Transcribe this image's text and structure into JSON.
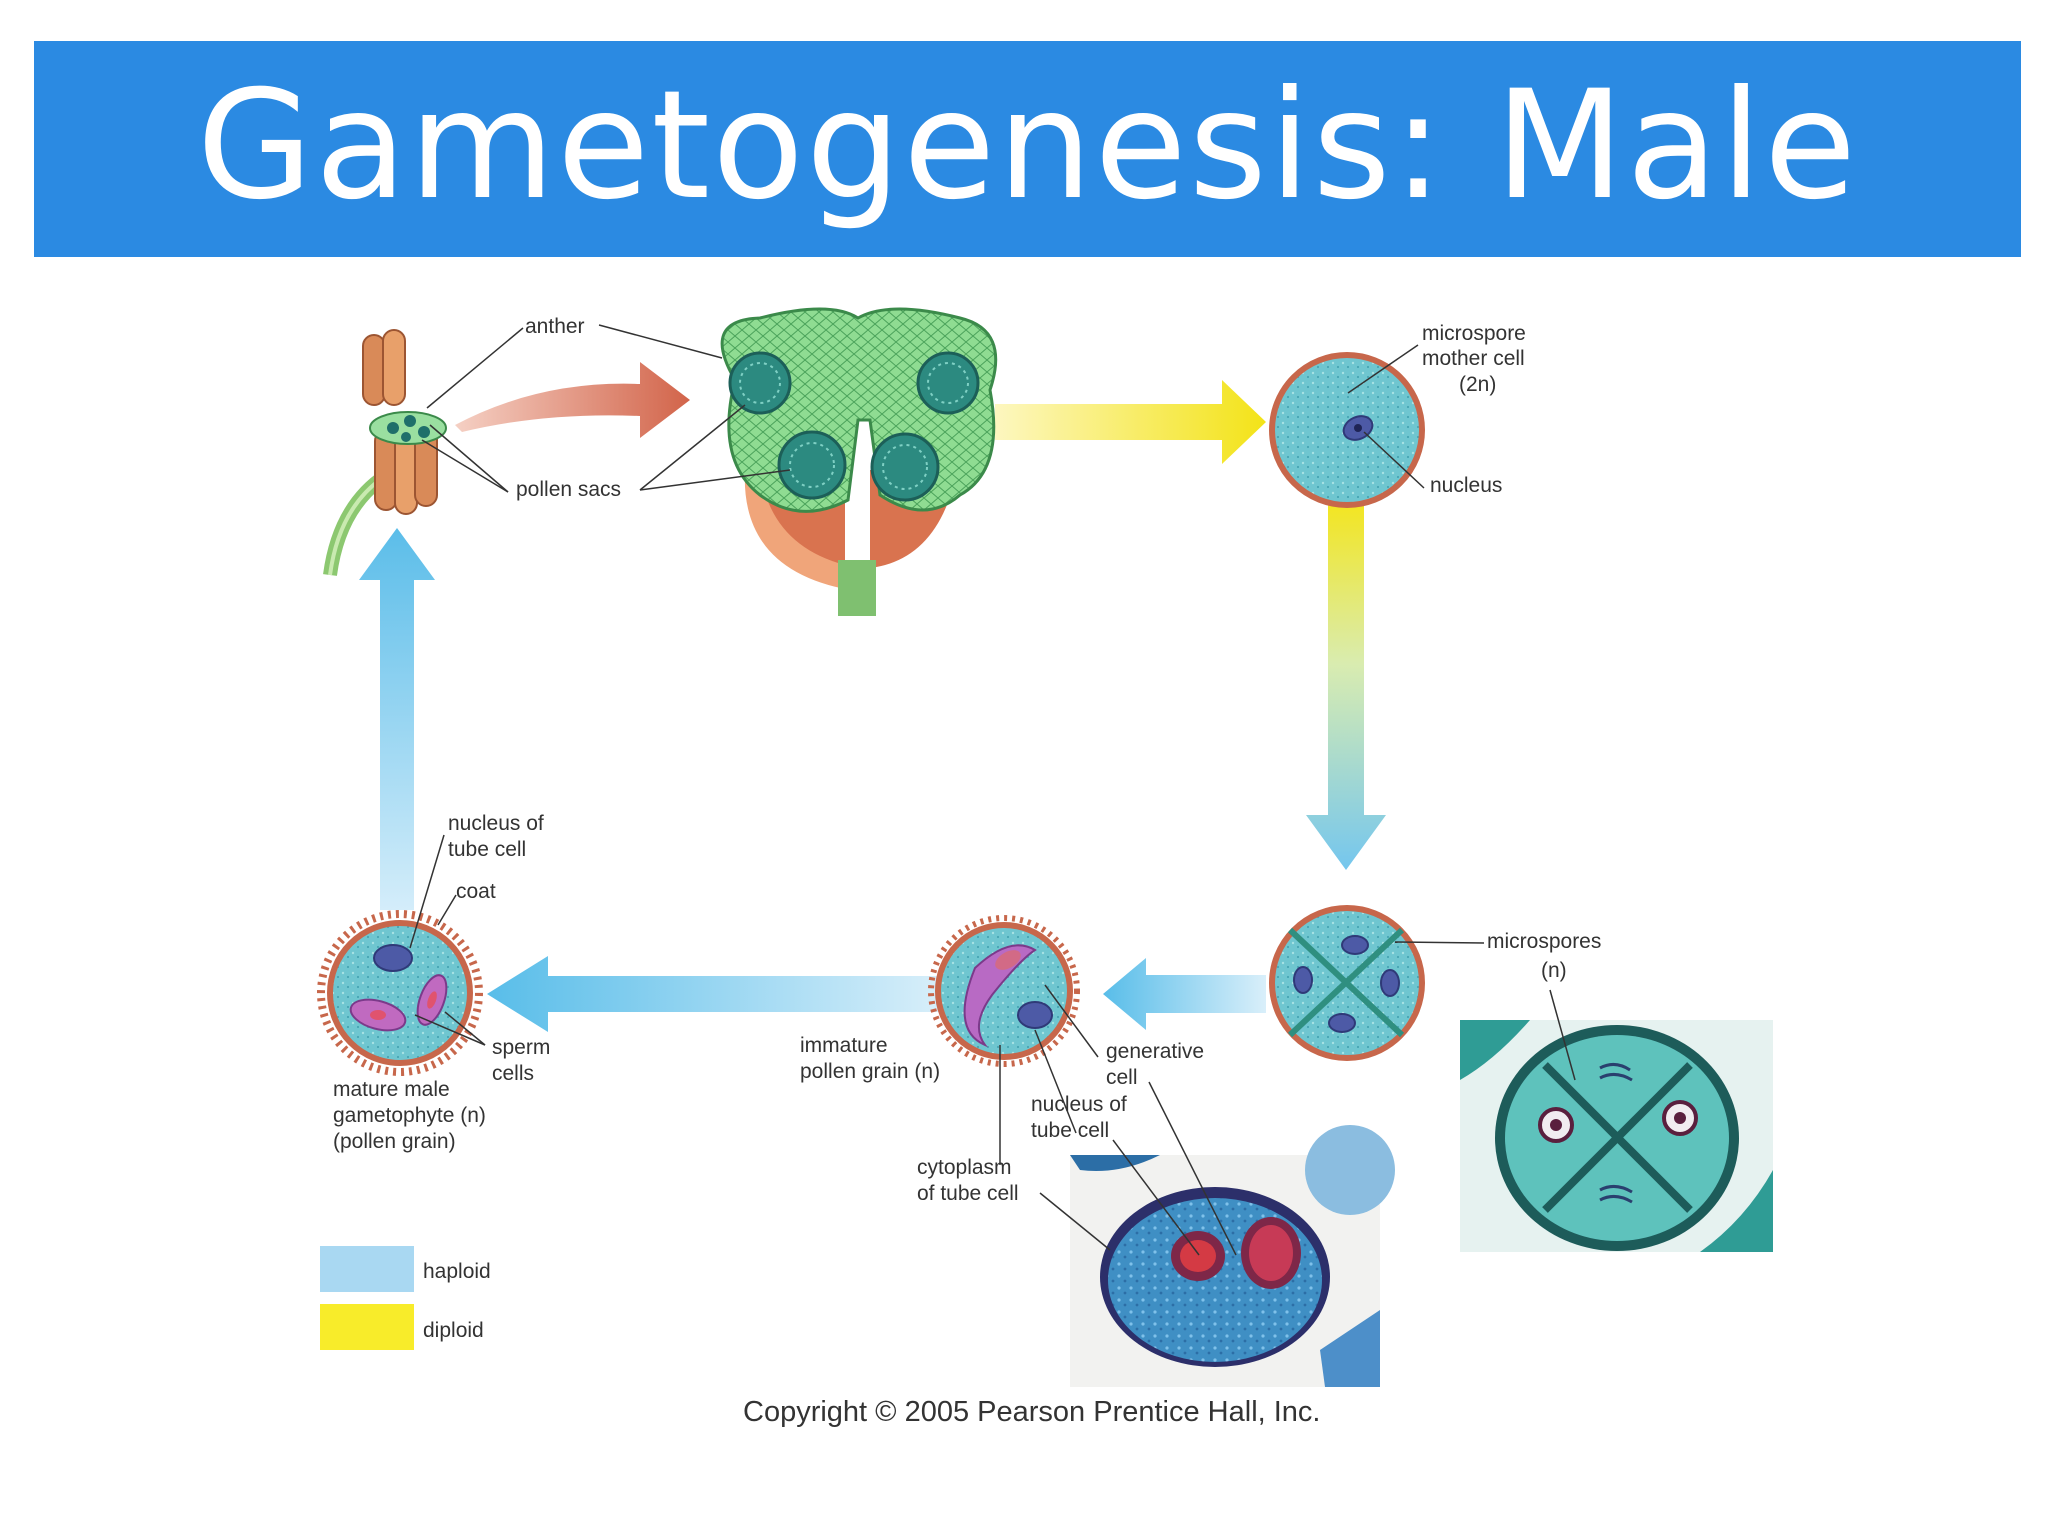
{
  "title": "Gametogenesis: Male",
  "labels": {
    "anther": "anther",
    "pollen_sacs": "pollen sacs",
    "microspore_mother_cell": [
      "microspore",
      "mother cell",
      "(2n)"
    ],
    "nucleus": "nucleus",
    "microspores": [
      "microspores",
      "(n)"
    ],
    "generative_cell": [
      "generative",
      "cell"
    ],
    "nucleus_of_tube_cell_lower": [
      "nucleus of",
      "tube cell"
    ],
    "cytoplasm_of_tube_cell": [
      "cytoplasm",
      "of tube cell"
    ],
    "immature_pollen_grain": [
      "immature",
      "pollen grain (n)"
    ],
    "nucleus_of_tube_cell_upper": [
      "nucleus of",
      "tube cell"
    ],
    "coat": "coat",
    "sperm_cells": [
      "sperm",
      "cells"
    ],
    "mature_male_gametophyte": [
      "mature male",
      "gametophyte (n)",
      "(pollen grain)"
    ]
  },
  "legend": [
    {
      "label": "haploid",
      "color": "#a9d8f2"
    },
    {
      "label": "diploid",
      "color": "#f8ec2a"
    }
  ],
  "copyright": "Copyright © 2005 Pearson Prentice Hall, Inc.",
  "colors": {
    "banner": "#2b8ae2",
    "haploid_arrow": "#6ec3ee",
    "diploid_arrow": "#f2e51c",
    "cell_fill": "#5fc0c7",
    "cell_wall": "#c7674b"
  }
}
